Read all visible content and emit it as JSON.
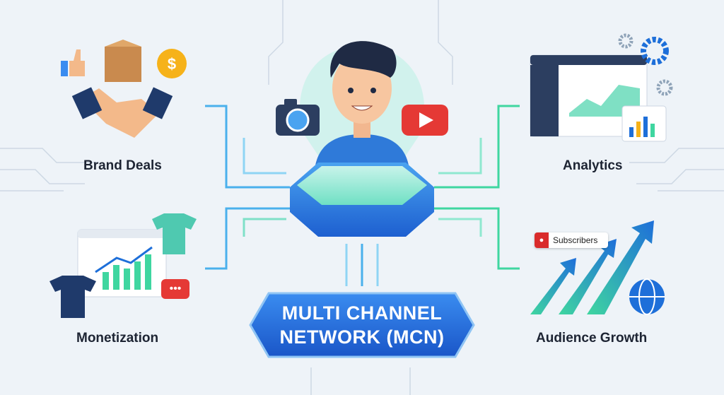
{
  "title": {
    "line1": "MULTI CHANNEL",
    "line2": "NETWORK (MCN)"
  },
  "nodes": {
    "brand_deals": "Brand Deals",
    "analytics": "Analytics",
    "monetization": "Monetization",
    "audience_growth": "Audience Growth"
  },
  "subscribers_badge": "Subscribers",
  "colors": {
    "primary": "#1e6fd9",
    "accent_green": "#3fd6a0",
    "youtube_red": "#e53935",
    "text": "#1d2433"
  }
}
